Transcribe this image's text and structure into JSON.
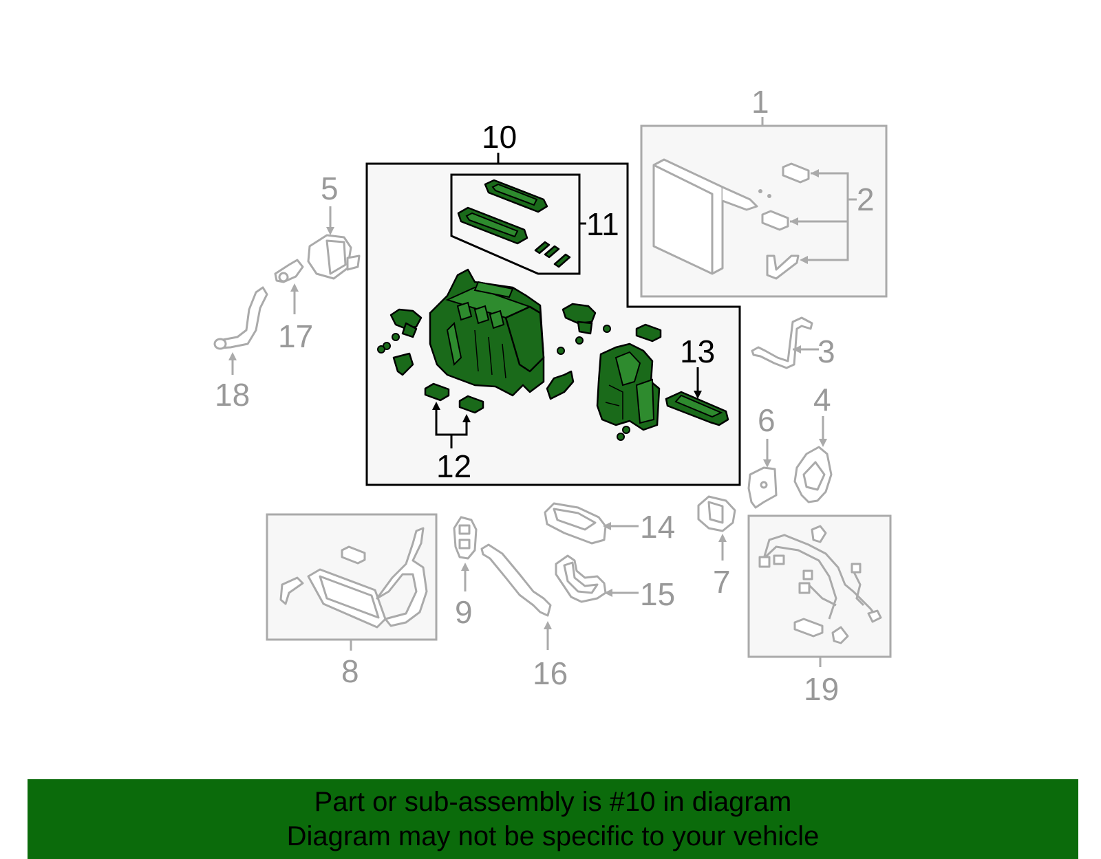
{
  "colors": {
    "highlight_fill": "#1a6a1a",
    "banner_background": "#0b6b0b",
    "muted_line": "#aaaaaa",
    "panel_fill": "#f7f7f7"
  },
  "callouts": {
    "c1": "1",
    "c2": "2",
    "c3": "3",
    "c4": "4",
    "c5": "5",
    "c6": "6",
    "c7": "7",
    "c8": "8",
    "c9": "9",
    "c10": "10",
    "c11": "11",
    "c12": "12",
    "c13": "13",
    "c14": "14",
    "c15": "15",
    "c16": "16",
    "c17": "17",
    "c18": "18",
    "c19": "19"
  },
  "banner": {
    "line1": "Part or sub-assembly is #10 in diagram",
    "line2": "Diagram may not be specific to your vehicle"
  }
}
